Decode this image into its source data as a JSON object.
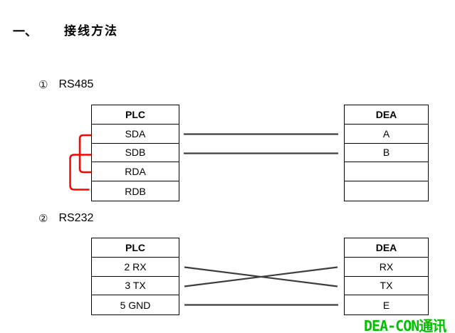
{
  "heading": {
    "number": "一、",
    "title": "接线方法"
  },
  "sections": [
    {
      "marker": "①",
      "title": "RS485",
      "plc_table": {
        "header": "PLC",
        "rows": [
          "SDA",
          "SDB",
          "RDA",
          "RDB"
        ]
      },
      "dea_table": {
        "header": "DEA",
        "rows": [
          "A",
          "B",
          "",
          ""
        ]
      },
      "connections": [
        {
          "from": "PLC SDA",
          "to": "DEA A",
          "style": "straight-wire"
        },
        {
          "from": "PLC SDB",
          "to": "DEA B",
          "style": "straight-wire"
        },
        {
          "from": "PLC SDA",
          "to": "PLC RDA",
          "style": "red-jumper"
        },
        {
          "from": "PLC SDB",
          "to": "PLC RDB",
          "style": "red-jumper"
        }
      ]
    },
    {
      "marker": "②",
      "title": "RS232",
      "plc_table": {
        "header": "PLC",
        "rows": [
          "2 RX",
          "3 TX",
          "5 GND"
        ]
      },
      "dea_table": {
        "header": "DEA",
        "rows": [
          "RX",
          "TX",
          "E"
        ]
      },
      "connections": [
        {
          "from": "PLC 2 RX",
          "to": "DEA TX",
          "style": "crossed-wire"
        },
        {
          "from": "PLC 3 TX",
          "to": "DEA RX",
          "style": "crossed-wire"
        },
        {
          "from": "PLC 5 GND",
          "to": "DEA E",
          "style": "straight-wire"
        }
      ]
    }
  ],
  "watermark": {
    "text": "DEA-CON通讯"
  },
  "colors": {
    "wire_line": "#3d3d3d",
    "red_jumper": "#ff0000",
    "table_border": "#000000",
    "watermark_green": "#00c000"
  }
}
